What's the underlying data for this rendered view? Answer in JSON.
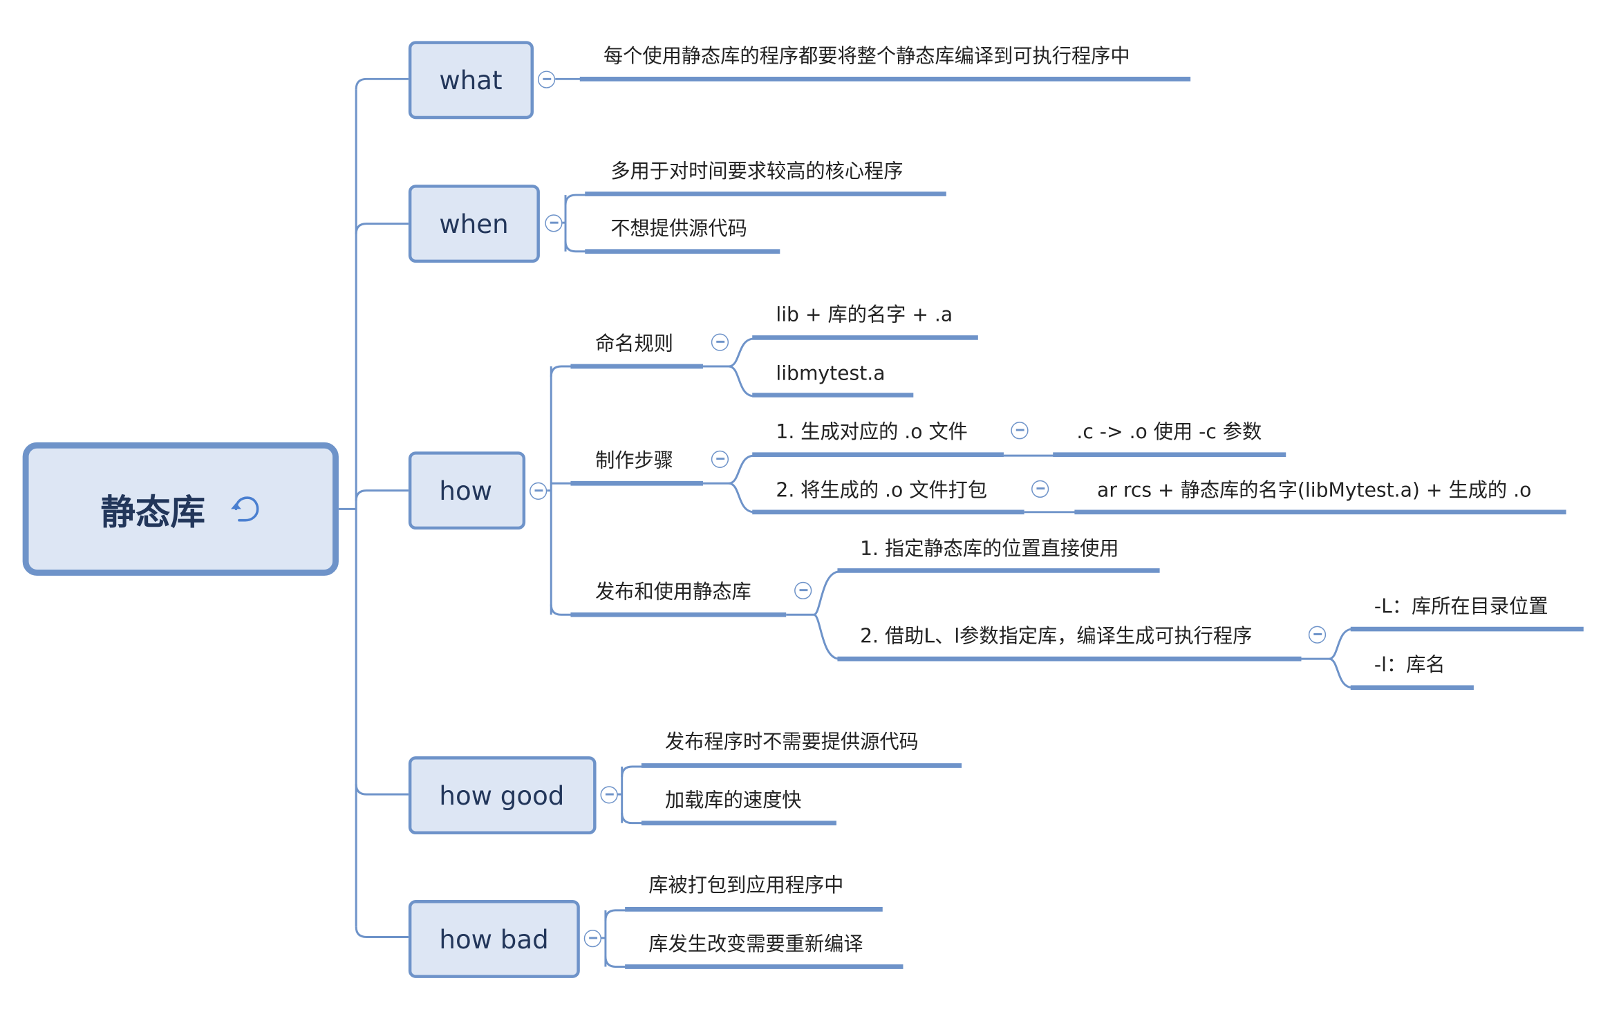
{
  "root": {
    "label": "静态库"
  },
  "branches": {
    "what": {
      "label": "what",
      "items": [
        "每个使用静态库的程序都要将整个静态库编译到可执行程序中"
      ]
    },
    "when": {
      "label": "when",
      "items": [
        "多用于对时间要求较高的核心程序",
        "不想提供源代码"
      ]
    },
    "how": {
      "label": "how",
      "naming": {
        "label": "命名规则",
        "items": [
          "lib + 库的名字 + .a",
          "libmytest.a"
        ]
      },
      "steps": {
        "label": "制作步骤",
        "step1": {
          "label": "1. 生成对应的 .o 文件",
          "detail": ".c -> .o 使用 -c 参数"
        },
        "step2": {
          "label": "2. 将生成的 .o 文件打包",
          "detail": "ar rcs + 静态库的名字(libMytest.a) + 生成的 .o"
        }
      },
      "publish": {
        "label": "发布和使用静态库",
        "way1": "1. 指定静态库的位置直接使用",
        "way2": {
          "label": "2. 借助L、l参数指定库，编译生成可执行程序",
          "items": [
            "-L：库所在目录位置",
            "-l：库名"
          ]
        }
      }
    },
    "how_good": {
      "label": "how good",
      "items": [
        "发布程序时不需要提供源代码",
        "加载库的速度快"
      ]
    },
    "how_bad": {
      "label": "how bad",
      "items": [
        "库被打包到应用程序中",
        "库发生改变需要重新编译"
      ]
    }
  },
  "colors": {
    "line": "#6e93c9",
    "node_fill": "#dde6f4",
    "node_text": "#22365a",
    "leaf_text": "#222222"
  },
  "icons": {
    "root_marker": "return-arrow-icon",
    "collapse": "collapse-minus-icon"
  }
}
